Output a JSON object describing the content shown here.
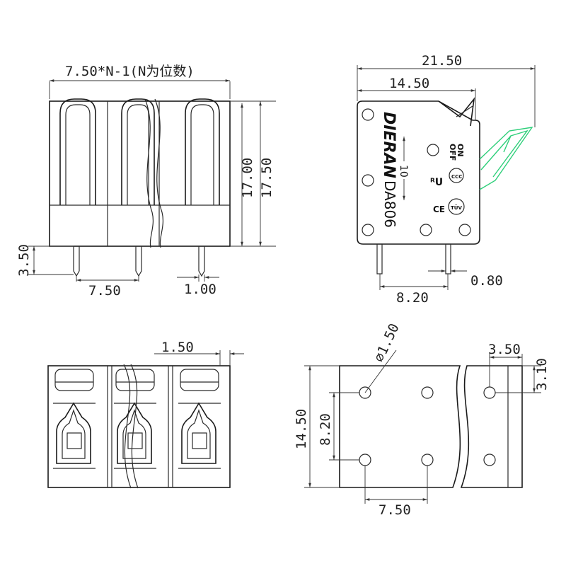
{
  "views": {
    "front": {
      "width_label": "7.50*N-1(N为位数)",
      "height_inner_label": "17.00",
      "height_outer_label": "17.50",
      "pin_length_label": "3.50",
      "pitch_label": "7.50",
      "pin_width_label": "1.00"
    },
    "side": {
      "overall_width_label": "21.50",
      "body_width_label": "14.50",
      "pin_spacing_label": "8.20",
      "pin_dia_label": "0.80",
      "brand": "DIERAN",
      "model": "DA806",
      "wire_label": "10",
      "on_label": "ON",
      "off_label": "OFF"
    },
    "top": {
      "wall_label": "1.50"
    },
    "pcb": {
      "hole_dia_label": "⌀1.50",
      "edge_x_label": "3.50",
      "edge_y_label": "3.10",
      "height_label": "14.50",
      "row_spacing_label": "8.20",
      "pitch_label": "7.50"
    }
  }
}
